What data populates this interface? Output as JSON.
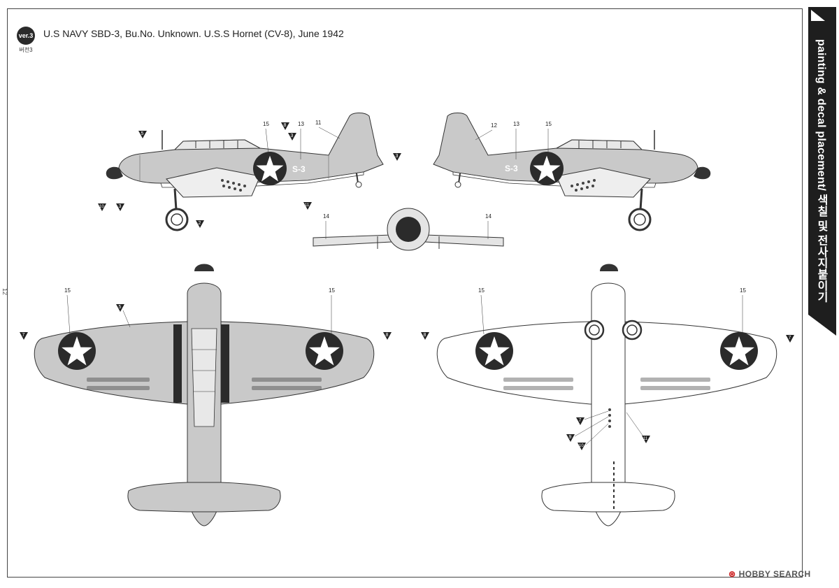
{
  "header": {
    "version_badge": "ver.3",
    "version_sub": "버전3",
    "title": "U.S NAVY SBD-3, Bu.No. Unknown. U.S.S Hornet (CV-8), June 1942"
  },
  "page_number": "12",
  "side_tab": {
    "label": "painting & decal placement/ 색칠 및 전사지붙이기"
  },
  "watermark": {
    "brand": "HOBBY SEARCH"
  },
  "colors": {
    "upper_gray": "#c9c9c9",
    "underside": "#ffffff",
    "roundel_blue": "#2b2b2b",
    "ink": "#222222"
  },
  "callouts": {
    "left_profile": {
      "c1": "5",
      "c2": "15",
      "c3": "8",
      "c4": "3",
      "c5": "13",
      "c6": "11",
      "c7": "3",
      "c8": "10",
      "c9": "3",
      "c10": "11",
      "c11": "2"
    },
    "right_profile": {
      "c1": "12",
      "c2": "13",
      "c3": "15"
    },
    "front_view": {
      "c1": "14",
      "c2": "14"
    },
    "top_view": {
      "c1": "15",
      "c2": "5",
      "c3": "15",
      "c4": "7",
      "c5": "8"
    },
    "bottom_view": {
      "c1": "15",
      "c2": "15",
      "c3": "8",
      "c4": "7",
      "c5": "7",
      "c6": "9",
      "c7": "10",
      "c8": "11"
    }
  },
  "tail_code": "S-3"
}
